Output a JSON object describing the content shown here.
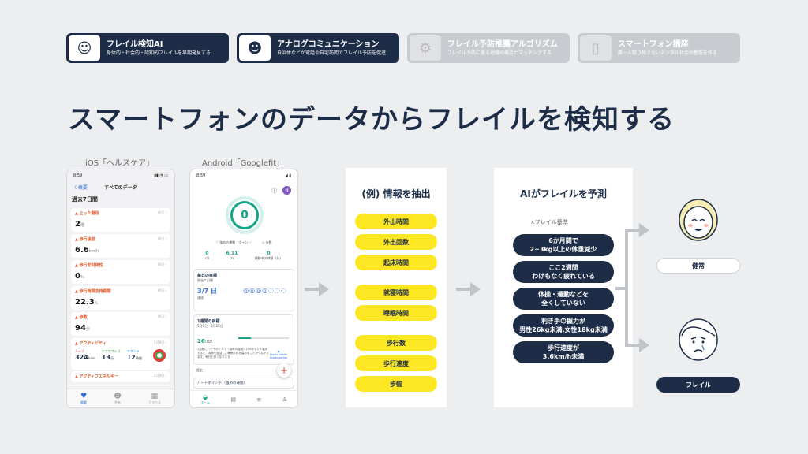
{
  "tabs": [
    {
      "title": "フレイル検知AI",
      "subtitle": "身体的・社会的・認知的フレイルを早期発見する",
      "active": true,
      "icon": "ai-face-icon"
    },
    {
      "title": "アナログコミュニケーション",
      "subtitle": "自治体などが電話や自宅訪問でフレイル予防を促進",
      "active": true,
      "icon": "people-talk-icon"
    },
    {
      "title": "フレイル予防推薦アルゴリズム",
      "subtitle": "フレイル予防に係る地域の機会とマッチングする",
      "active": false,
      "icon": "algorithm-icon"
    },
    {
      "title": "スマートフォン講座",
      "subtitle": "誰一人取り残さないデジタル社会の基盤を作る",
      "active": false,
      "icon": "smartphone-icon"
    }
  ],
  "title": "スマートフォンのデータからフレイルを検知する",
  "ios": {
    "caption": "iOS「ヘルスケア」",
    "time": "8:59",
    "back": "〈 概要",
    "header": "すべてのデータ",
    "period": "過去7日間",
    "cards": [
      {
        "label": "上った階段",
        "value": "2",
        "unit": "階",
        "right": "昨日 ›"
      },
      {
        "label": "歩行速度",
        "value": "6.6",
        "unit": "km/h",
        "right": "昨日 ›"
      },
      {
        "label": "歩行非対称性",
        "value": "0",
        "unit": "%",
        "right": "昨日 ›"
      },
      {
        "label": "歩行両脚支持期間",
        "value": "22.3",
        "unit": "%",
        "right": "昨日 ›"
      },
      {
        "label": "歩数",
        "value": "94",
        "unit": "歩",
        "right": "昨日 ›"
      }
    ],
    "activity": {
      "label": "アクティビティ",
      "right": "5月9日 ›",
      "m1": "ムーブ",
      "v1": "324",
      "u1": "kcal",
      "m2": "エクササイズ",
      "v2": "13",
      "u2": "分",
      "m3": "スタンド",
      "v3": "12",
      "u3": "時間"
    },
    "energy": {
      "label": "アクティブエネルギー",
      "right": "5月9日 ›"
    },
    "tabbar": [
      "概要",
      "共有",
      "ブラウズ"
    ]
  },
  "android": {
    "caption": "Android「Googlefit」",
    "time": "8:59",
    "ring_value": "0",
    "legend1": "強めの運動（ポイント）",
    "legend2": "歩数",
    "stat1_v": "0",
    "stat1_l": "cal",
    "stat2_v": "6.11",
    "stat2_l": "km",
    "stat3_v": "0",
    "stat3_l": "運動中の時間（分）",
    "goal_title": "毎日の目標",
    "goal_sub": "過去７日間",
    "goal_value": "3/7 日",
    "goal_note": "達成",
    "week_title": "1週間の目標",
    "week_sub": "5月9日～5月15日",
    "week_value": "26",
    "week_unit": "/150",
    "week_text": "1週間にハートポイント（強めの運動）150ポイント獲得すると、寿命を延ばし、睡眠の質を高めることがつながります。気分も良くなります",
    "who": "World Health Organization",
    "section": "歴史",
    "heart_title": "ハートポイント（強めの運動）",
    "tab_home": "ホーム"
  },
  "extract": {
    "title": "(例) 情報を抽出",
    "items": [
      "外出時間",
      "外出回数",
      "起床時間",
      "就寝時間",
      "睡眠時間",
      "歩行数",
      "歩行速度",
      "歩幅"
    ]
  },
  "predict": {
    "title": "AIがフレイルを予測",
    "criteria": "×フレイル基準",
    "items": [
      [
        "6か月間で",
        "2~3kg以上の体重減少"
      ],
      [
        "ここ2週間",
        "わけもなく疲れている"
      ],
      [
        "体操・運動などを",
        "全くしていない"
      ],
      [
        "利き手の握力が",
        "男性26kg未満,女性18kg未満"
      ],
      [
        "歩行速度が",
        "3.6km/h未満"
      ]
    ]
  },
  "outcomes": {
    "healthy": "健常",
    "frail": "フレイル"
  }
}
